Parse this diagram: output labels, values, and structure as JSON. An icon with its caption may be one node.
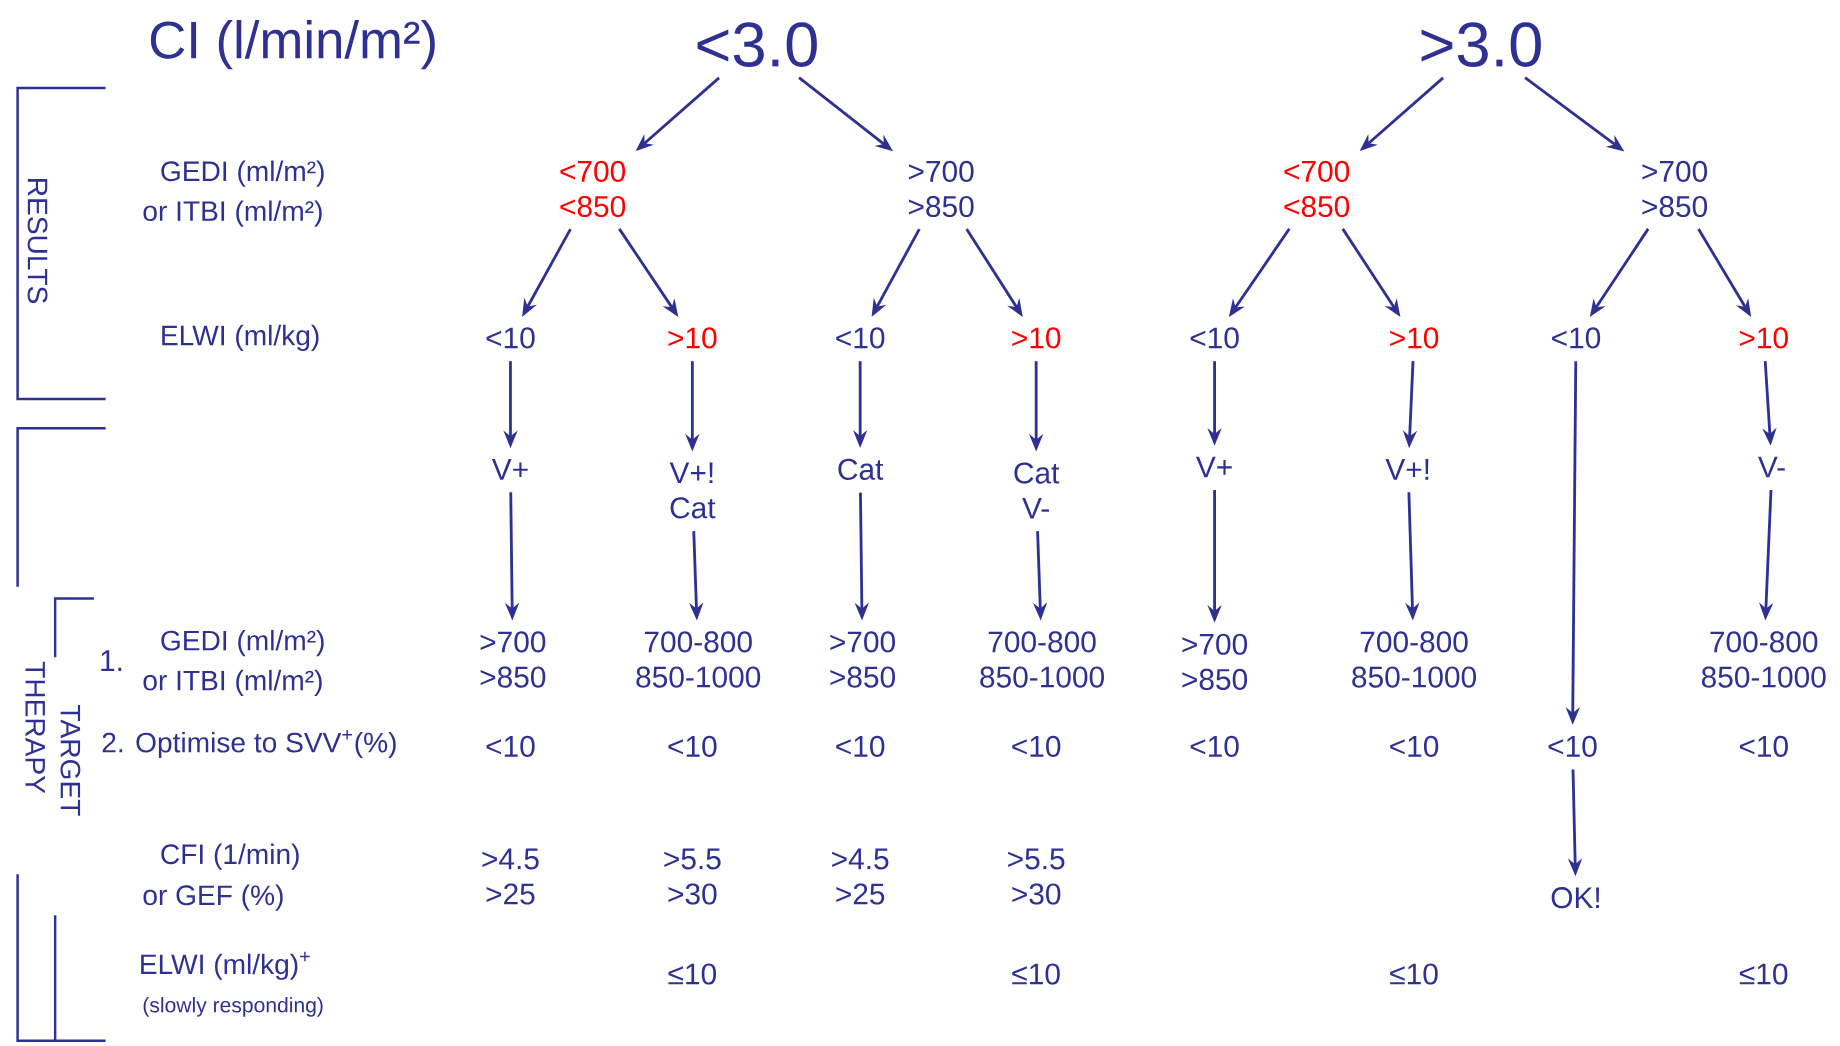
{
  "diagram": {
    "nodes": [
      {
        "text": [
          "<3.0"
        ]
      },
      {
        "text": [
          ">3.0"
        ]
      },
      {
        "text": [
          "<700 <850"
        ]
      },
      {
        "text": [
          ">700 >850"
        ]
      },
      {
        "text": [
          "<700 <850"
        ]
      },
      {
        "text": [
          ">700 >850"
        ]
      },
      {
        "text": [
          "<10"
        ]
      },
      {
        "text": [
          ">10"
        ]
      },
      {
        "text": [
          "<10"
        ]
      },
      {
        "text": [
          ">10"
        ]
      },
      {
        "text": [
          "<10"
        ]
      },
      {
        "text": [
          ">10"
        ]
      },
      {
        "text": [
          "<10"
        ]
      },
      {
        "text": [
          ">10"
        ]
      },
      {
        "text": [
          "V+"
        ]
      },
      {
        "text": [
          "V+! Cat"
        ]
      },
      {
        "text": [
          "Cat"
        ]
      },
      {
        "text": [
          "Cat V-"
        ]
      },
      {
        "text": [
          "V+"
        ]
      },
      {
        "text": [
          "V+!"
        ]
      },
      {
        "text": [
          "V-"
        ]
      },
      {
        "text": [
          ">700 >850"
        ]
      },
      {
        "text": [
          "700-800 850-1000"
        ]
      },
      {
        "text": [
          ">700 >850"
        ]
      },
      {
        "text": [
          "700-800 850-1000"
        ]
      },
      {
        "text": [
          ">700 >850"
        ]
      },
      {
        "text": [
          "700-800 850-1000"
        ]
      },
      {
        "text": [
          "700-800 850-1000"
        ]
      },
      {
        "text": [
          "<10"
        ]
      },
      {
        "text": [
          "OK!"
        ]
      }
    ],
    "edges": [
      {
        "from": 0,
        "to": 2,
        "arrow": "to"
      },
      {
        "from": 0,
        "to": 3,
        "arrow": "to"
      },
      {
        "from": 1,
        "to": 4,
        "arrow": "to"
      },
      {
        "from": 1,
        "to": 5,
        "arrow": "to"
      },
      {
        "from": 2,
        "to": 6,
        "arrow": "to"
      },
      {
        "from": 2,
        "to": 7,
        "arrow": "to"
      },
      {
        "from": 3,
        "to": 8,
        "arrow": "to"
      },
      {
        "from": 3,
        "to": 9,
        "arrow": "to"
      },
      {
        "from": 4,
        "to": 10,
        "arrow": "to"
      },
      {
        "from": 4,
        "to": 11,
        "arrow": "to"
      },
      {
        "from": 5,
        "to": 12,
        "arrow": "to"
      },
      {
        "from": 5,
        "to": 13,
        "arrow": "to"
      },
      {
        "from": 6,
        "to": 14,
        "arrow": "to"
      },
      {
        "from": 7,
        "to": 15,
        "arrow": "to"
      },
      {
        "from": 8,
        "to": 16,
        "arrow": "to"
      },
      {
        "from": 9,
        "to": 17,
        "arrow": "to"
      },
      {
        "from": 10,
        "to": 18,
        "arrow": "to"
      },
      {
        "from": 11,
        "to": 19,
        "arrow": "to"
      },
      {
        "from": 13,
        "to": 20,
        "arrow": "to"
      },
      {
        "from": 14,
        "to": 21,
        "arrow": "to"
      },
      {
        "from": 15,
        "to": 22,
        "arrow": "to"
      },
      {
        "from": 16,
        "to": 23,
        "arrow": "to"
      },
      {
        "from": 17,
        "to": 24,
        "arrow": "to"
      },
      {
        "from": 18,
        "to": 25,
        "arrow": "to"
      },
      {
        "from": 19,
        "to": 26,
        "arrow": "to"
      },
      {
        "from": 20,
        "to": 27,
        "arrow": "to"
      },
      {
        "from": 12,
        "to": 28,
        "arrow": "to"
      },
      {
        "from": 28,
        "to": 29,
        "arrow": "to"
      }
    ],
    "labels": [
      "CI (l/min/m²)",
      "RESULTS",
      "GEDI (ml/m²)",
      "or ITBI (ml/m²)",
      "ELWI (ml/kg)",
      "THERAPY",
      "TARGET",
      "1.",
      "GEDI (ml/m²)",
      "or ITBI (ml/m²)",
      "2. Optimise to SVV$^{+}$(%)",
      "<10",
      "<10",
      "<10",
      "<10",
      "<10",
      "<10",
      "<10",
      "CFI (1/min)",
      "or GEF (%)",
      ">4.5 >25",
      ">5.5 >30",
      ">4.5 >25",
      ">5.5 >30",
      "ELWI (ml/kg)$^{+}$",
      "(slowly responding)",
      "≤10",
      "≤10",
      "≤10",
      "≤10"
    ]
  }
}
